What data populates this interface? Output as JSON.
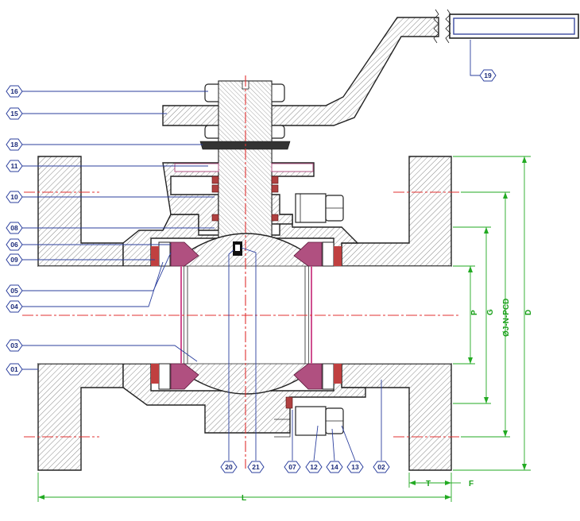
{
  "callouts": [
    {
      "id": "c16",
      "label": "16"
    },
    {
      "id": "c15",
      "label": "15"
    },
    {
      "id": "c18",
      "label": "18"
    },
    {
      "id": "c11",
      "label": "11"
    },
    {
      "id": "c10",
      "label": "10"
    },
    {
      "id": "c08",
      "label": "08"
    },
    {
      "id": "c06",
      "label": "06"
    },
    {
      "id": "c09",
      "label": "09"
    },
    {
      "id": "c05",
      "label": "05"
    },
    {
      "id": "c04",
      "label": "04"
    },
    {
      "id": "c03",
      "label": "03"
    },
    {
      "id": "c01",
      "label": "01"
    },
    {
      "id": "c19",
      "label": "19"
    },
    {
      "id": "c20",
      "label": "20"
    },
    {
      "id": "c21",
      "label": "21"
    },
    {
      "id": "c07",
      "label": "07"
    },
    {
      "id": "c12",
      "label": "12"
    },
    {
      "id": "c14",
      "label": "14"
    },
    {
      "id": "c13",
      "label": "13"
    },
    {
      "id": "c02",
      "label": "02"
    }
  ],
  "dimensions": {
    "P": "P",
    "G": "G",
    "PCD": "ØJ-N-PCD",
    "D": "D",
    "T": "T",
    "F": "F",
    "L": "L"
  },
  "colors": {
    "callout": "#2b3f9e",
    "dimension": "#22aa22",
    "centerline": "#e03030",
    "seal": "#b05080"
  }
}
